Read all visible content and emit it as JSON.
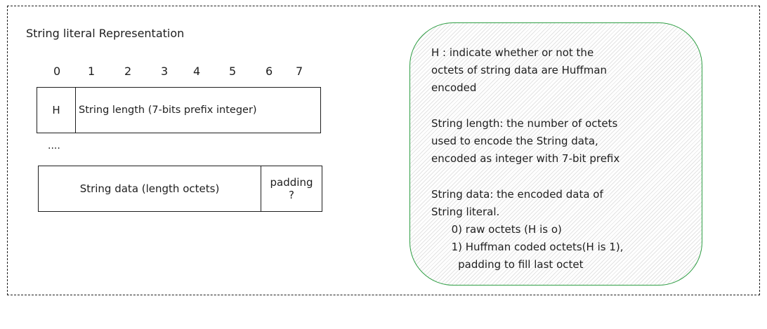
{
  "title": "String literal Representation",
  "bits": [
    "0",
    "1",
    "2",
    "3",
    "4",
    "5",
    "6",
    "7"
  ],
  "row1": {
    "h": "H",
    "length": "String length (7-bits prefix integer)"
  },
  "ellipsis": "....",
  "row2": {
    "data": "String data (length octets)",
    "padding": "padding",
    "padding_q": "?"
  },
  "note": {
    "lines": [
      "H : indicate whether or not the",
      "octets of string data are Huffman",
      "encoded",
      "",
      "String length: the number of octets",
      "used to encode the String data,",
      "encoded as integer with 7-bit prefix",
      "",
      "String data: the encoded data of",
      "String literal.",
      "      0) raw octets (H is o)",
      "      1) Huffman coded octets(H is 1),",
      "        padding to fill last octet"
    ]
  },
  "colors": {
    "note_border": "#2f9e44",
    "stroke": "#1e1e1e"
  }
}
